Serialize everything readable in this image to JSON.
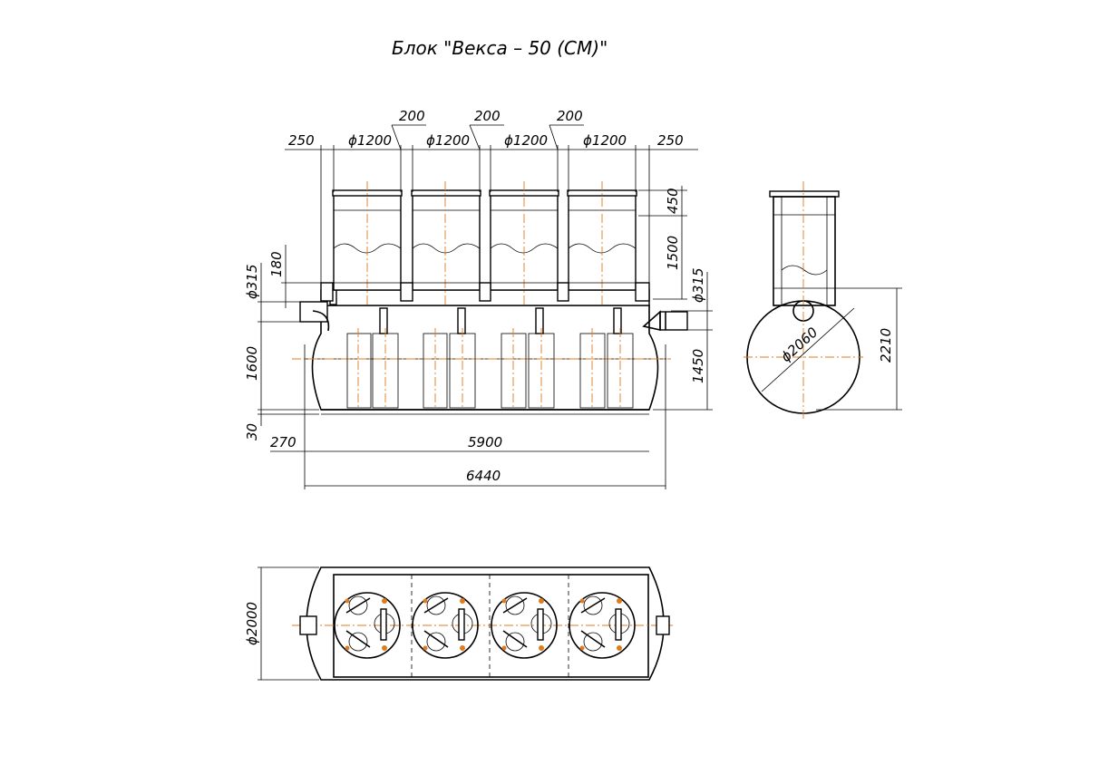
{
  "title": "Блок \"Векса – 50 (СМ)\"",
  "front_view": {
    "dim_top_250_left": "250",
    "dim_top_250_right": "250",
    "dim_top_200_1": "200",
    "dim_top_200_2": "200",
    "dim_top_200_3": "200",
    "dim_phi1200_1": "ϕ1200",
    "dim_phi1200_2": "ϕ1200",
    "dim_phi1200_3": "ϕ1200",
    "dim_phi1200_4": "ϕ1200",
    "dim_450": "450",
    "dim_1500": "1500",
    "dim_phi315_right": "ϕ315",
    "dim_1450": "1450",
    "dim_phi315_left": "ϕ315",
    "dim_180": "180",
    "dim_1600": "1600",
    "dim_30": "30",
    "dim_270": "270",
    "dim_5900": "5900",
    "dim_6440": "6440"
  },
  "side_view": {
    "dim_phi2060": "ϕ2060",
    "dim_2210": "2210"
  },
  "plan_view": {
    "dim_phi2000": "ϕ2000"
  },
  "colors": {
    "line": "#000000",
    "axis": "#e07b1f",
    "background": "#ffffff"
  }
}
